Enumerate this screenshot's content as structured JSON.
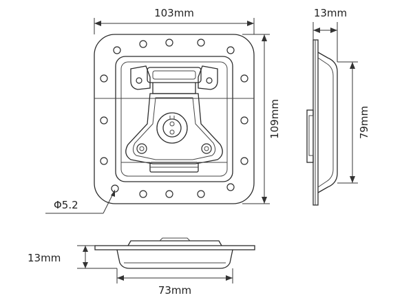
{
  "dimensions": {
    "front_width": "103mm",
    "front_height": "109mm",
    "hole_diameter": "Φ5.2",
    "side_depth": "13mm",
    "side_height": "79mm",
    "bottom_depth": "13mm",
    "bottom_width": "73mm"
  },
  "colors": {
    "line": "#2b2b2b",
    "dimension": "#333333",
    "background": "#ffffff"
  }
}
